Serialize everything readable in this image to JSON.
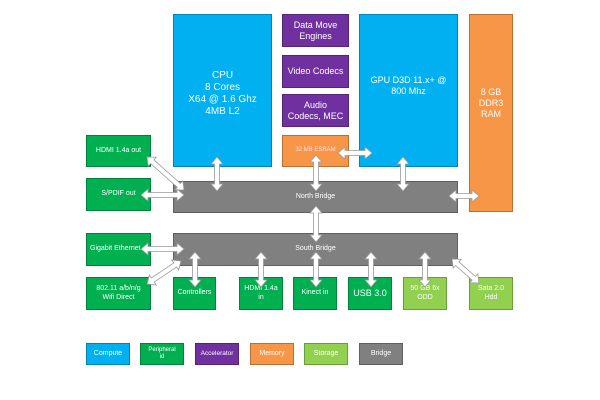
{
  "colors": {
    "compute": "#00b0f0",
    "peripheral": "#00b050",
    "accelerator": "#7030a0",
    "memory": "#f79646",
    "storage": "#92d050",
    "bridge": "#808080"
  },
  "blocks": {
    "cpu": "CPU\n8 Cores\nX64 @ 1.6 Ghz\n4MB L2",
    "dme": "Data Move\nEngines",
    "video": "Video Codecs",
    "audio": "Audio\nCodecs, MEC",
    "esram": "32 MB ESRAM",
    "gpu": "GPU D3D 11.x+ @\n800 Mhz",
    "ram": "8 GB\nDDR3\nRAM",
    "hdmi_out": "HDMI 1.4a out",
    "spdif": "S/PDIF out",
    "north_bridge": "North Bridge",
    "south_bridge": "South Bridge",
    "ethernet": "Gigabit Ethernet",
    "wifi": "802.11 a/b/n/g\nWifi Direct",
    "controllers": "Controllers",
    "hdmi_in": "HDMI 1.4a\nin",
    "kinect": "Kinect in",
    "usb": "USB 3.0",
    "odd": "50 GB 6x\nODD",
    "hdd": "Sata 2.0\nHdd"
  },
  "legend": [
    "Compute",
    "Peripheral\nid",
    "Accelerator",
    "Memory",
    "Storage",
    "Bridge"
  ]
}
